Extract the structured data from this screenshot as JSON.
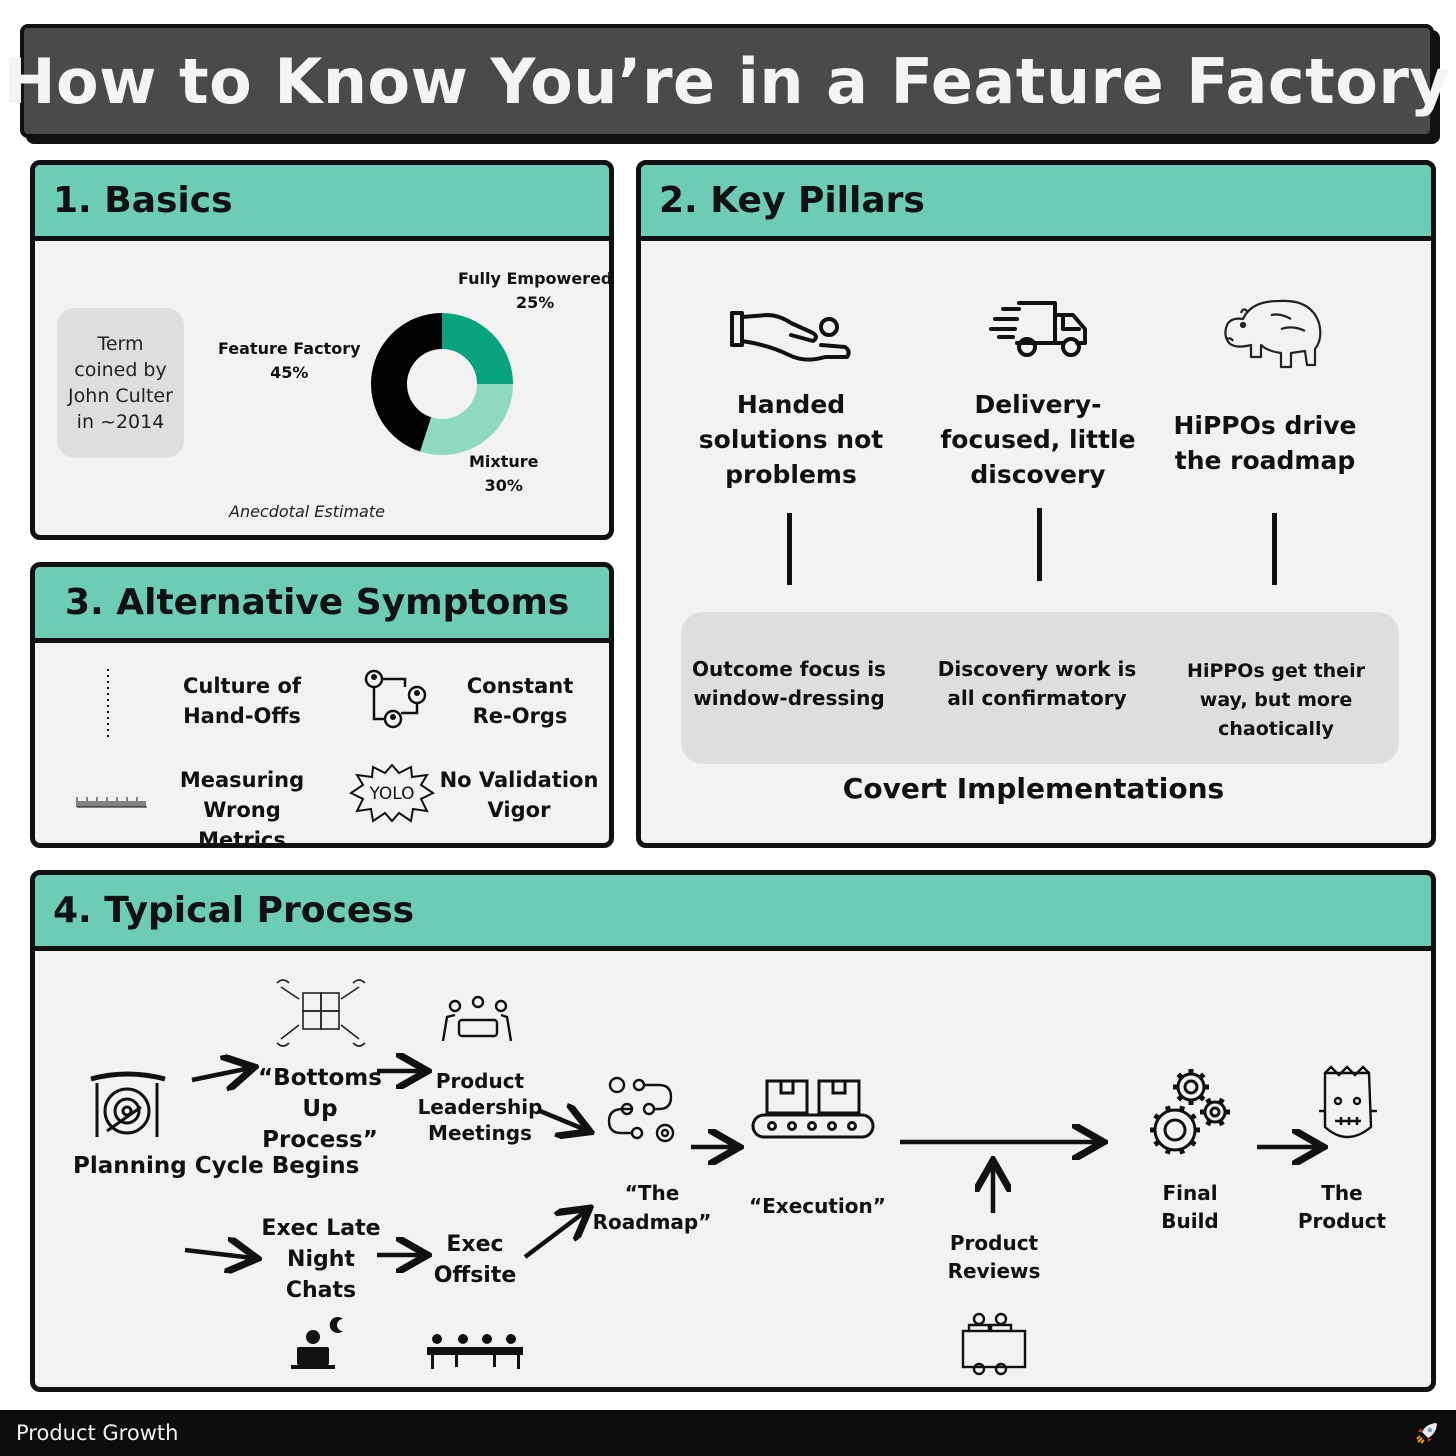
{
  "title": "How to Know You’re in a Feature Factory",
  "basics": {
    "heading": "1. Basics",
    "term_note": "Term coined by John Culter in ~2014",
    "note_caption": "Anecdotal Estimate",
    "colors": {
      "feature_factory": "#000000",
      "fully_empowered": "#0aa37f",
      "mixture": "#8fd9c3"
    }
  },
  "chart_data": {
    "type": "pie",
    "labels": [
      "Fully Empowered",
      "Mixture",
      "Feature Factory"
    ],
    "values": [
      25,
      30,
      45
    ],
    "value_labels": [
      "25%",
      "30%",
      "45%"
    ],
    "colors": [
      "#0aa37f",
      "#8fd9c3",
      "#000000"
    ],
    "donut": true
  },
  "pillars": {
    "heading": "2. Key Pillars",
    "items": [
      {
        "icon": "hand-icon",
        "text": "Handed solutions not problems",
        "covert": "Outcome focus is window-dressing"
      },
      {
        "icon": "delivery-truck-icon",
        "text": "Delivery-focused, little discovery",
        "covert": "Discovery work is all confirmatory"
      },
      {
        "icon": "hippo-icon",
        "text": "HiPPOs drive the roadmap",
        "covert": "HiPPOs get their way, but more chaotically"
      }
    ],
    "covert_label": "Covert Implementations"
  },
  "symptoms": {
    "heading": "3. Alternative Symptoms",
    "items": [
      {
        "icon": "dotted-line-icon",
        "text": "Culture of Hand-Offs"
      },
      {
        "icon": "org-chart-icon",
        "text": "Constant Re-Orgs"
      },
      {
        "icon": "ruler-icon",
        "text": "Measuring Wrong Metrics"
      },
      {
        "icon": "yolo-burst-icon",
        "text": "No Validation Vigor",
        "badge": "YOLO"
      }
    ]
  },
  "process": {
    "heading": "4. Typical Process",
    "steps": {
      "planning": "Planning Cycle Begins",
      "bottoms_up": "“Bottoms Up Process”",
      "leadership": "Product Leadership Meetings",
      "late_night": "Exec Late Night Chats",
      "offsite": "Exec Offsite",
      "roadmap": "“The Roadmap”",
      "execution": "“Execution”",
      "reviews": "Product Reviews",
      "final_build": "Final Build",
      "product": "The Product"
    }
  },
  "footer": {
    "brand": "Product Growth",
    "icon": "rocket-icon"
  }
}
